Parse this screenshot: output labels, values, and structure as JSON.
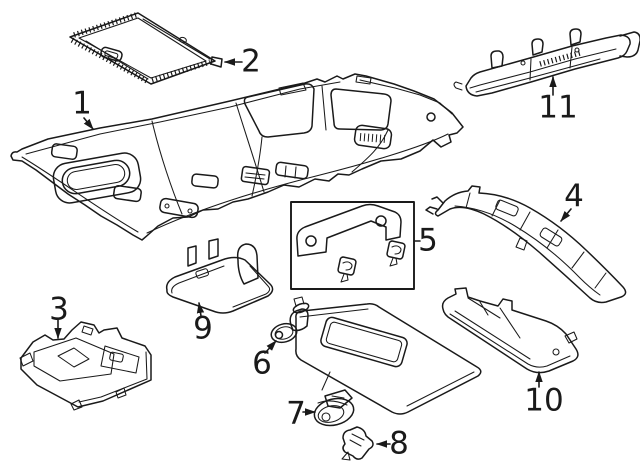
{
  "diagram": {
    "background": "#ffffff",
    "line_color": "#1a1a1a",
    "callouts": [
      {
        "number": "1"
      },
      {
        "number": "2"
      },
      {
        "number": "3"
      },
      {
        "number": "4"
      },
      {
        "number": "5"
      },
      {
        "number": "6"
      },
      {
        "number": "7"
      },
      {
        "number": "8"
      },
      {
        "number": "9"
      },
      {
        "number": "10"
      },
      {
        "number": "11"
      }
    ]
  }
}
